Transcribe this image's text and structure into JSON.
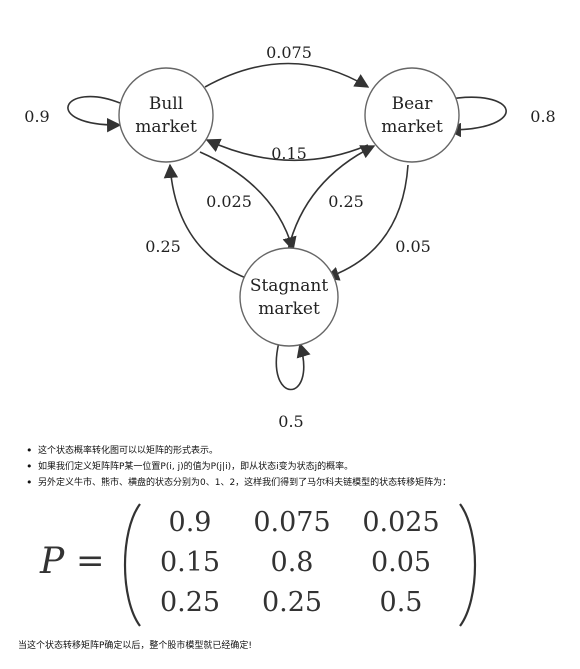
{
  "diagram": {
    "nodes": {
      "bull": [
        "Bull",
        "market"
      ],
      "bear": [
        "Bear",
        "market"
      ],
      "stagnant": [
        "Stagnant",
        "market"
      ]
    },
    "edges": {
      "bull_bull": "0.9",
      "bull_bear": "0.075",
      "bear_bull": "0.15",
      "bear_bear": "0.8",
      "bull_stagnant": "0.025",
      "stagnant_bull": "0.25",
      "stagnant_bear": "0.25",
      "bear_stagnant": "0.05",
      "stagnant_stagnant": "0.5"
    }
  },
  "bullets": [
    "这个状态概率转化图可以以矩阵的形式表示。",
    "如果我们定义矩阵阵P某一位置P(i, j)的值为P(j|i)，即从状态i变为状态j的概率。",
    "另外定义牛市、熊市、横盘的状态分别为0、1、2，这样我们得到了马尔科夫链模型的状态转移矩阵为："
  ],
  "matrix": {
    "symbol": "P",
    "equals": "=",
    "rows": [
      [
        "0.9",
        "0.075",
        "0.025"
      ],
      [
        "0.15",
        "0.8",
        "0.05"
      ],
      [
        "0.25",
        "0.25",
        "0.5"
      ]
    ]
  },
  "footer": "当这个状态转移矩阵P确定以后，整个股市模型就已经确定!"
}
